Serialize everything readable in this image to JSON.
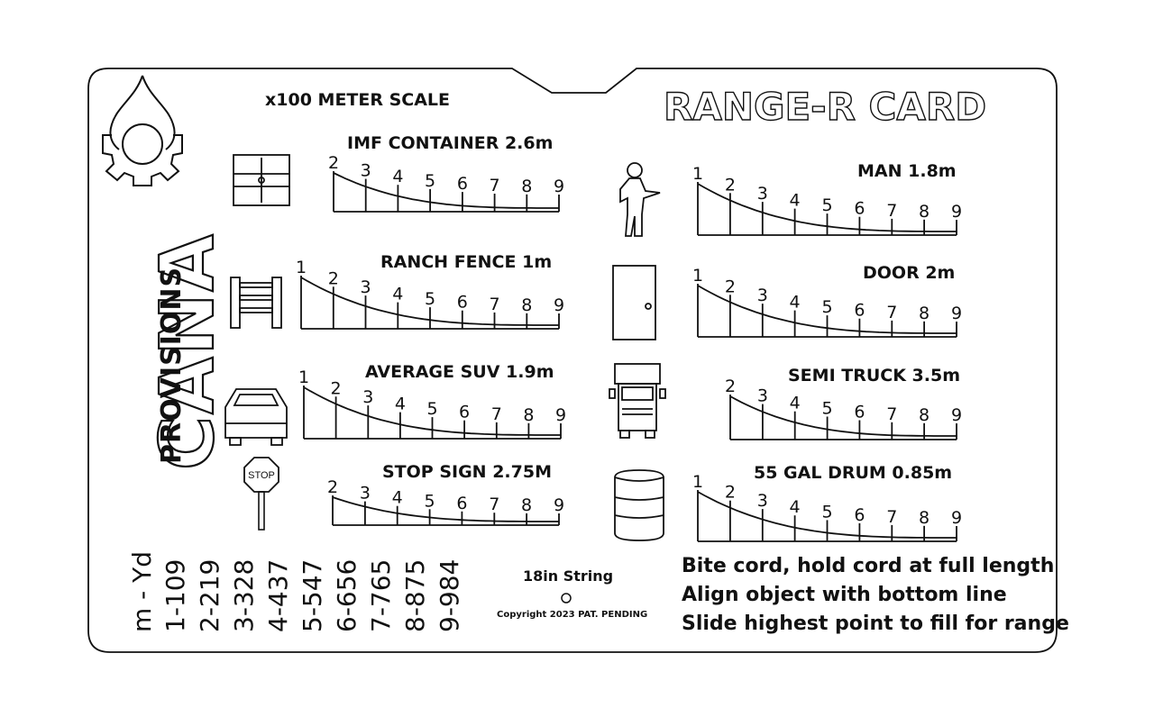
{
  "card": {
    "title": "RANGE-R CARD",
    "scale_title": "x100 METER SCALE",
    "brand": {
      "name": "CANA",
      "sub": "PROVISIONS"
    }
  },
  "rows": [
    {
      "label": "IMF CONTAINER 2.6m",
      "icon": "shipping-container-icon",
      "marks": [
        "2",
        "3",
        "4",
        "5",
        "6",
        "7",
        "8",
        "9"
      ]
    },
    {
      "label": "RANCH FENCE 1m",
      "icon": "ranch-fence-icon",
      "marks": [
        "1",
        "2",
        "3",
        "4",
        "5",
        "6",
        "7",
        "8",
        "9"
      ]
    },
    {
      "label": "AVERAGE SUV 1.9m",
      "icon": "suv-icon",
      "marks": [
        "1",
        "2",
        "3",
        "4",
        "5",
        "6",
        "7",
        "8",
        "9"
      ]
    },
    {
      "label": "STOP SIGN 2.75M",
      "icon": "stop-sign-icon",
      "icon_text": "STOP",
      "marks": [
        "2",
        "3",
        "4",
        "5",
        "6",
        "7",
        "8",
        "9"
      ]
    },
    {
      "label": "MAN 1.8m",
      "icon": "man-silhouette-icon",
      "marks": [
        "1",
        "2",
        "3",
        "4",
        "5",
        "6",
        "7",
        "8",
        "9"
      ]
    },
    {
      "label": "DOOR 2m",
      "icon": "door-icon",
      "marks": [
        "1",
        "2",
        "3",
        "4",
        "5",
        "6",
        "7",
        "8",
        "9"
      ]
    },
    {
      "label": "SEMI TRUCK 3.5m",
      "icon": "semi-truck-icon",
      "marks": [
        "2",
        "3",
        "4",
        "5",
        "6",
        "7",
        "8",
        "9"
      ]
    },
    {
      "label": "55 GAL DRUM 0.85m",
      "icon": "barrel-drum-icon",
      "marks": [
        "1",
        "2",
        "3",
        "4",
        "5",
        "6",
        "7",
        "8",
        "9"
      ]
    }
  ],
  "conversion": {
    "header": "m - Yd",
    "entries": [
      "1-109",
      "2-219",
      "3-328",
      "4-437",
      "5-547",
      "6-656",
      "7-765",
      "8-875",
      "9-984"
    ]
  },
  "string_label": "18in String",
  "copyright": "Copyright 2023 PAT. PENDING",
  "instructions": [
    "Bite cord, hold cord at full length",
    "Align object with bottom line",
    "Slide highest point to fill for range"
  ]
}
